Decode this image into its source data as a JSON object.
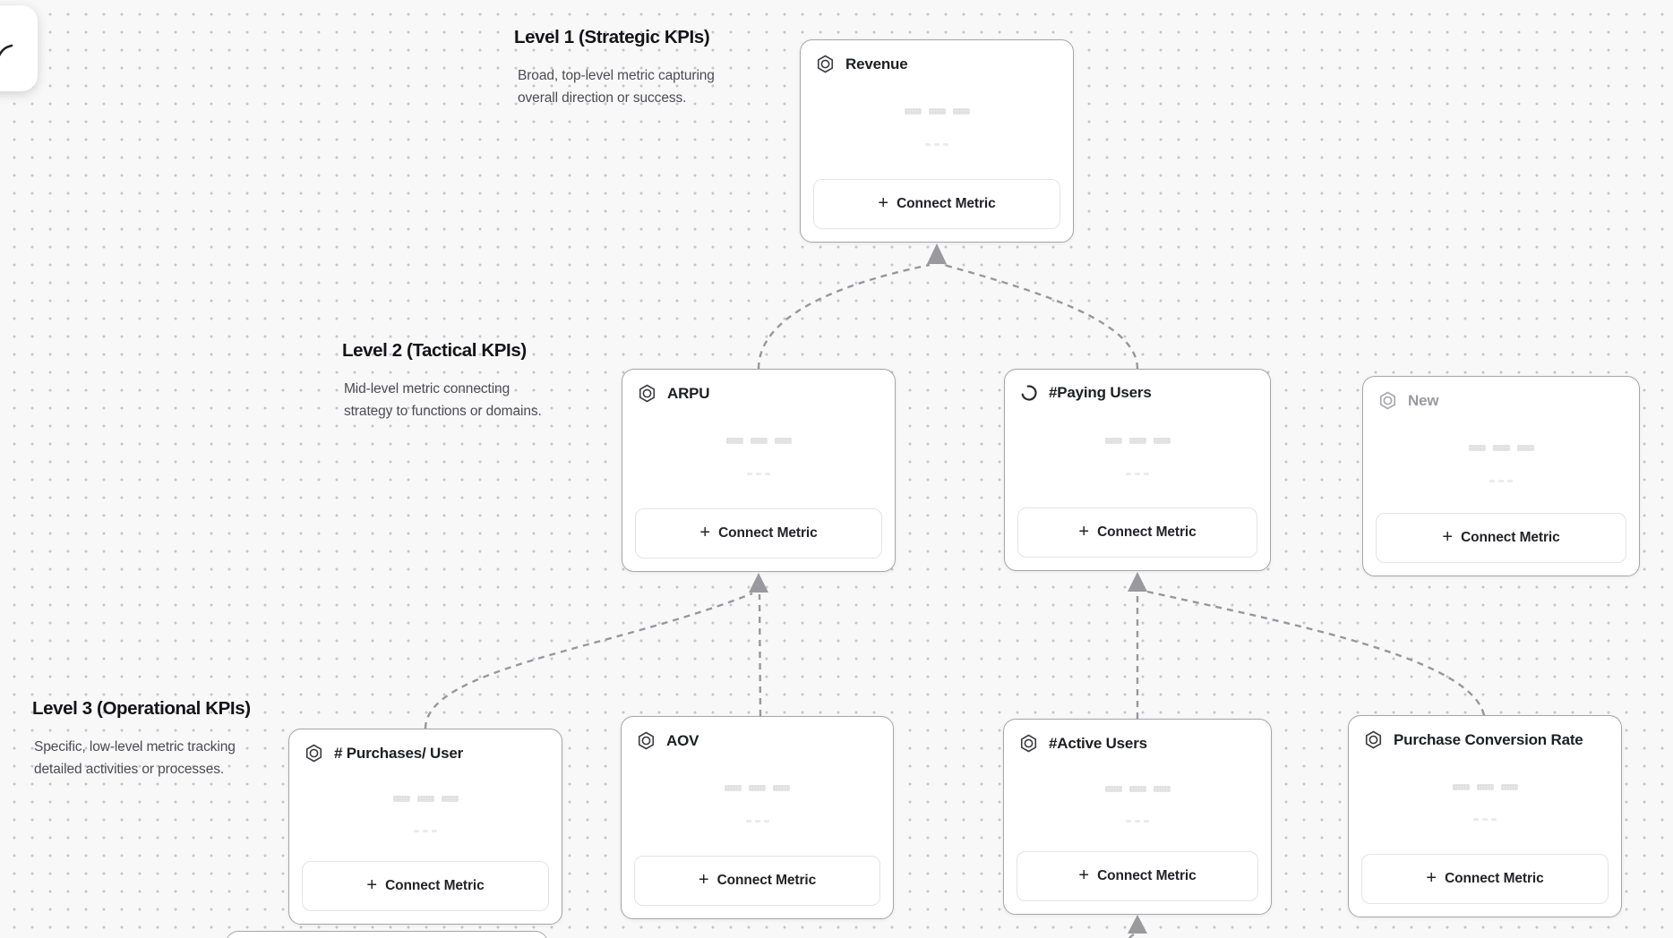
{
  "ui": {
    "connect_metric_label": "Connect Metric",
    "plus_glyph": "+"
  },
  "levels": [
    {
      "title": "Level 1 (Strategic KPIs)",
      "description": "Broad, top-level metric capturing overall direction or success."
    },
    {
      "title": "Level 2 (Tactical KPIs)",
      "description": "Mid-level metric connecting strategy to functions or domains."
    },
    {
      "title": "Level 3 (Operational KPIs)",
      "description": "Specific, low-level metric tracking detailed activities or processes."
    }
  ],
  "cards": {
    "revenue": {
      "title": "Revenue",
      "icon": "metric-badge-icon",
      "level": 1,
      "state": "default"
    },
    "arpu": {
      "title": "ARPU",
      "icon": "metric-badge-icon",
      "level": 2,
      "state": "default"
    },
    "paying_users": {
      "title": "#Paying Users",
      "icon": "loading-spinner-icon",
      "level": 2,
      "state": "loading"
    },
    "new": {
      "title": "New",
      "icon": "metric-badge-icon",
      "level": 2,
      "state": "muted"
    },
    "purchases_user": {
      "title": "# Purchases/ User",
      "icon": "metric-badge-icon",
      "level": 3,
      "state": "default"
    },
    "aov": {
      "title": "AOV",
      "icon": "metric-badge-icon",
      "level": 3,
      "state": "default"
    },
    "active_users": {
      "title": "#Active Users",
      "icon": "metric-badge-icon",
      "level": 3,
      "state": "default"
    },
    "pcr": {
      "title": "Purchase Conversion Rate",
      "icon": "metric-badge-icon",
      "level": 3,
      "state": "default"
    }
  },
  "colors": {
    "canvas_background": "#f8f8f8",
    "grid_dot": "#c6c6c8",
    "card_border": "#a6a6aa",
    "connector": "#98989c",
    "title_text": "#1e1f22",
    "muted_text": "#9a9a9e"
  }
}
